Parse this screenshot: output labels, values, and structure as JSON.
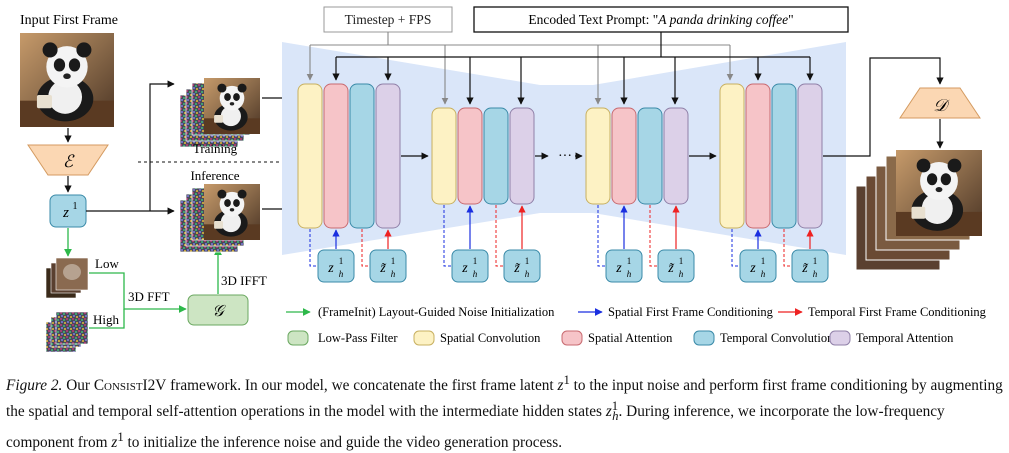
{
  "figure": {
    "input_label": "Input First Frame",
    "training_label": "Training",
    "inference_label": "Inference",
    "low_label": "Low",
    "high_label": "High",
    "fft_label": "3D FFT",
    "ifft_label": "3D IFFT",
    "encoder_symbol": "ℰ",
    "decoder_symbol": "𝒟",
    "lowpass_symbol": "𝒢",
    "latent_label": "z",
    "latent_sup": "1",
    "hidden_sub": "h",
    "dots": "···",
    "timestep_label": "Timestep + FPS",
    "prompt_prefix": "Encoded Text Prompt: \"",
    "prompt_text": "A panda drinking coffee",
    "prompt_suffix": "\""
  },
  "legend": {
    "frameinit": "(FrameInit) Layout-Guided Noise Initialization",
    "spatial_cond": "Spatial First Frame Conditioning",
    "temporal_cond": "Temporal First Frame Conditioning",
    "lowpass": "Low-Pass Filter",
    "spatial_conv": "Spatial Convolution",
    "spatial_attn": "Spatial Attention",
    "temporal_conv": "Temporal Convolution",
    "temporal_attn": "Temporal Attention"
  },
  "colors": {
    "green": "#2db84a",
    "blue": "#1a2fe0",
    "red": "#ee2222",
    "spatial_conv": "#fdf2c4",
    "spatial_attn": "#f6c4c8",
    "temporal_conv": "#a6d6e6",
    "temporal_attn": "#dcd0e8",
    "lowpass": "#cde5c3",
    "unet_bg": "#dae6f9",
    "encoder": "#fbd7b3"
  },
  "caption": {
    "figure_no": "Figure 2.",
    "text_a": " Our ",
    "name": "ConsistI2V",
    "text_b": " framework. In our model, we concatenate the first frame latent ",
    "latent": "z",
    "latent_sup": "1",
    "text_c": " to the input noise and perform first frame conditioning by augmenting the spatial and temporal self-attention operations in the model with the intermediate hidden states ",
    "hidden": "z",
    "hidden_sup": "1",
    "hidden_sub": "h",
    "text_d": ". During inference, we incorporate the low-frequency component from ",
    "latent2": "z",
    "latent2_sup": "1",
    "text_e": " to initialize the inference noise and guide the video generation process."
  }
}
